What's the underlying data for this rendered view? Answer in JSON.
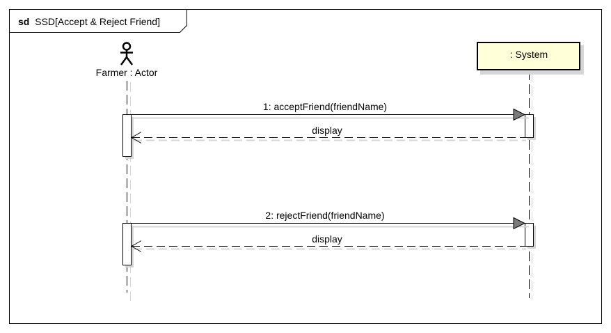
{
  "frame": {
    "keyword": "sd",
    "name": "SSD[Accept & Reject Friend]"
  },
  "lifelines": [
    {
      "id": "farmer",
      "label": "Farmer : Actor",
      "kind": "actor"
    },
    {
      "id": "system",
      "label": ": System",
      "kind": "object"
    }
  ],
  "messages": [
    {
      "label": "1: acceptFriend(friendName)",
      "from": "farmer",
      "to": "system",
      "style": "synchronous"
    },
    {
      "label": "display",
      "from": "system",
      "to": "farmer",
      "style": "reply"
    },
    {
      "label": "2: rejectFriend(friendName)",
      "from": "farmer",
      "to": "system",
      "style": "synchronous"
    },
    {
      "label": "display",
      "from": "system",
      "to": "farmer",
      "style": "reply"
    }
  ],
  "colors": {
    "object_fill": "#ffffd8",
    "shadow": "#d6d6d6",
    "line": "#000000",
    "arrowhead_fill": "#7a7a7a"
  },
  "icons": {
    "actor": "stick-figure-icon",
    "sync_arrowhead": "filled-triangle-arrowhead-icon",
    "reply_arrowhead": "open-arrowhead-icon"
  }
}
